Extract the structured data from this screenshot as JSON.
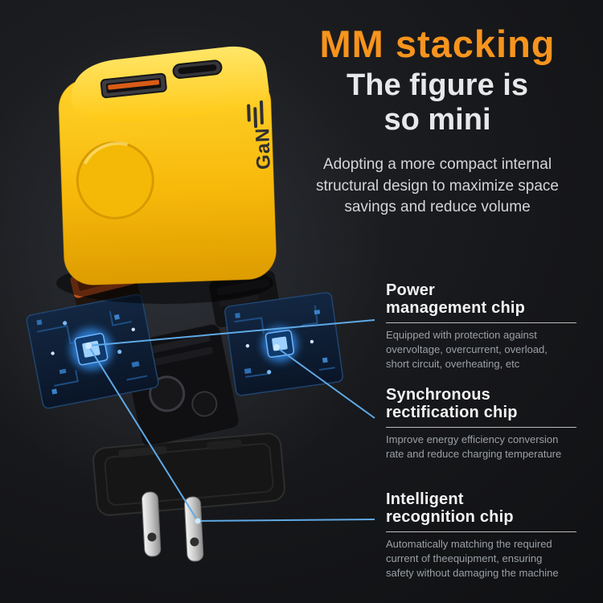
{
  "hero": {
    "title": "MM stacking",
    "subtitle_line1": "The figure is",
    "subtitle_line2": "so mini",
    "description_lines": [
      "Adopting a more compact internal",
      "structural design to maximize space",
      "savings and reduce volume"
    ]
  },
  "product": {
    "brand_text": "GaN",
    "description": "yellow GaN wall charger exploded view with USB-C and USB-A ports, circuit boards and US plug prongs"
  },
  "callouts": [
    {
      "title_lines": [
        "Power",
        "management chip"
      ],
      "desc_lines": [
        "Equipped with protection against",
        "overvoltage, overcurrent, overload,",
        "short circuit, overheating, etc"
      ]
    },
    {
      "title_lines": [
        "Synchronous",
        "rectification chip"
      ],
      "desc_lines": [
        "Improve energy efficiency conversion",
        "rate and reduce charging temperature"
      ]
    },
    {
      "title_lines": [
        "Intelligent",
        "recognition chip"
      ],
      "desc_lines": [
        "Automatically matching the required",
        "current of theequipment, ensuring",
        "safety without damaging the machine"
      ]
    }
  ],
  "colors": {
    "accent_orange": "#f7941d",
    "callout_line_blue": "#5fa9e6",
    "charger_yellow": "#f7b90a",
    "background": "#121316"
  }
}
